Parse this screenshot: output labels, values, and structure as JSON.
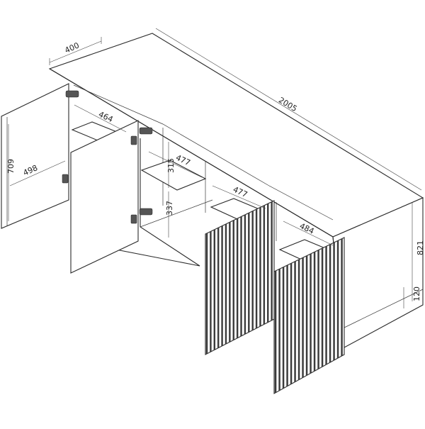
{
  "dimensions": {
    "width": "2005",
    "depth": "400",
    "height": "821",
    "plinth": "120",
    "door_height": "709",
    "door_width": "498",
    "shelf_depth_left": "464",
    "shelf_depth_center": "477",
    "shelf_depth_right_mid": "477",
    "shelf_depth_right": "484",
    "inner_upper": "315",
    "inner_lower": "337"
  },
  "colors": {
    "line": "#2a2a2a",
    "slat": "#3b3b3b",
    "background": "#ffffff"
  }
}
